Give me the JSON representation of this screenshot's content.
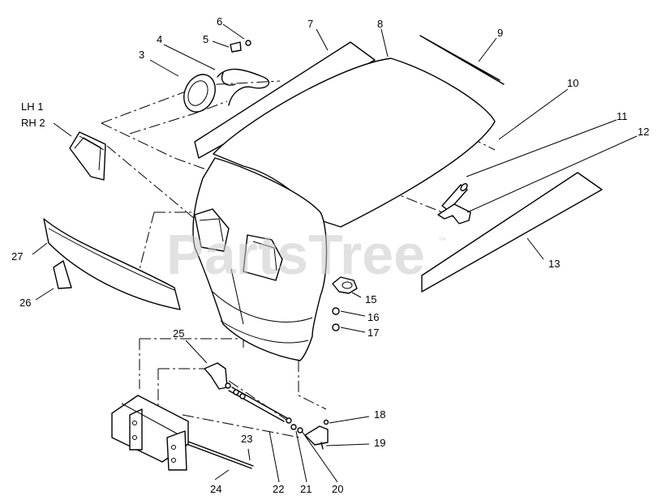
{
  "watermark": {
    "text": "PartsTree",
    "trademark": "™"
  },
  "callouts": [
    {
      "id": "c1",
      "text": "LH 1"
    },
    {
      "id": "c2",
      "text": "RH 2"
    },
    {
      "id": "c3",
      "text": "3"
    },
    {
      "id": "c4",
      "text": "4"
    },
    {
      "id": "c5",
      "text": "5"
    },
    {
      "id": "c6",
      "text": "6"
    },
    {
      "id": "c7",
      "text": "7"
    },
    {
      "id": "c8",
      "text": "8"
    },
    {
      "id": "c9",
      "text": "9"
    },
    {
      "id": "c10",
      "text": "10"
    },
    {
      "id": "c11",
      "text": "11"
    },
    {
      "id": "c12",
      "text": "12"
    },
    {
      "id": "c13",
      "text": "13"
    },
    {
      "id": "c15",
      "text": "15"
    },
    {
      "id": "c16",
      "text": "16"
    },
    {
      "id": "c17",
      "text": "17"
    },
    {
      "id": "c18",
      "text": "18"
    },
    {
      "id": "c19",
      "text": "19"
    },
    {
      "id": "c20",
      "text": "20"
    },
    {
      "id": "c21",
      "text": "21"
    },
    {
      "id": "c22",
      "text": "22"
    },
    {
      "id": "c23",
      "text": "23"
    },
    {
      "id": "c24",
      "text": "24"
    },
    {
      "id": "c25",
      "text": "25"
    },
    {
      "id": "c26",
      "text": "26"
    },
    {
      "id": "c27",
      "text": "27"
    }
  ]
}
